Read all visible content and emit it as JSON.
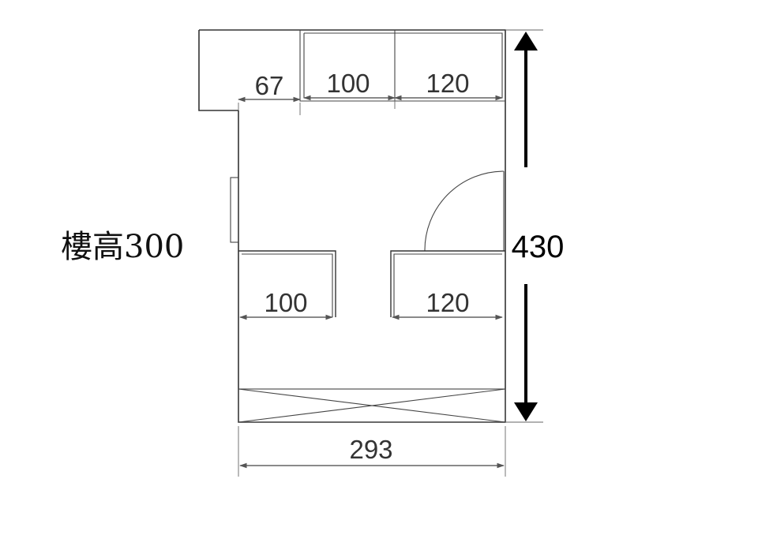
{
  "floor_height_label": "樓高300",
  "dimensions": {
    "height": "430",
    "width": "293",
    "top_left_gap": "67",
    "top_cabinet_left": "100",
    "top_cabinet_right": "120",
    "middle_cabinet_left": "100",
    "middle_cabinet_right": "120"
  }
}
